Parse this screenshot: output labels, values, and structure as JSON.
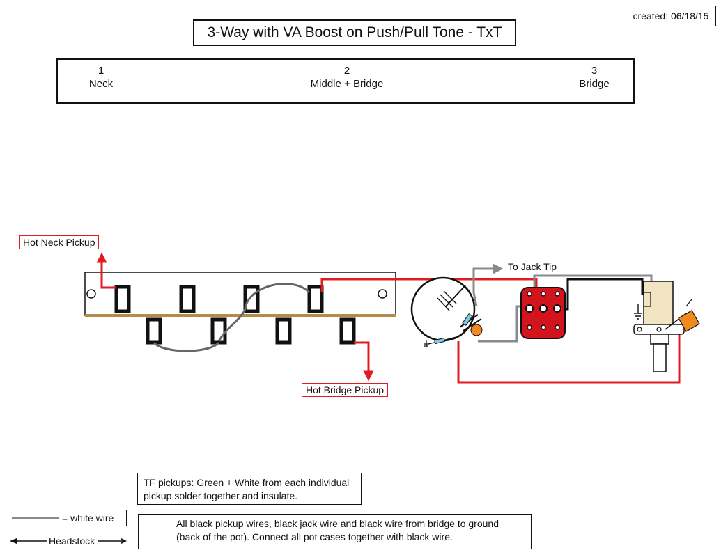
{
  "created": "created: 06/18/15",
  "title": "3-Way with VA Boost on Push/Pull Tone - TxT",
  "positions": [
    {
      "number": "1",
      "label": "Neck"
    },
    {
      "number": "2",
      "label": "Middle + Bridge"
    },
    {
      "number": "3",
      "label": "Bridge"
    }
  ],
  "labels": {
    "hot_neck": "Hot Neck Pickup",
    "hot_bridge": "Hot Bridge Pickup",
    "jack_tip": "To Jack Tip"
  },
  "notes": {
    "tf_pickups": "TF pickups: Green + White from each individual pickup solder together and insulate.",
    "ground": "All black pickup wires, black jack wire and black wire from bridge to ground (back of the pot). Connect all pot cases together with black wire."
  },
  "legend": {
    "white_wire": "= white wire",
    "headstock": "Headstock"
  },
  "colors": {
    "hot_wire": "#e01b22",
    "white_wire": "#8a8a8a",
    "black_wire": "#111111",
    "switch_rail": "#b58a4a",
    "pushpull_body": "#d3141c",
    "jack_body": "#f1e4c2",
    "capacitor": "#f08a1d"
  }
}
